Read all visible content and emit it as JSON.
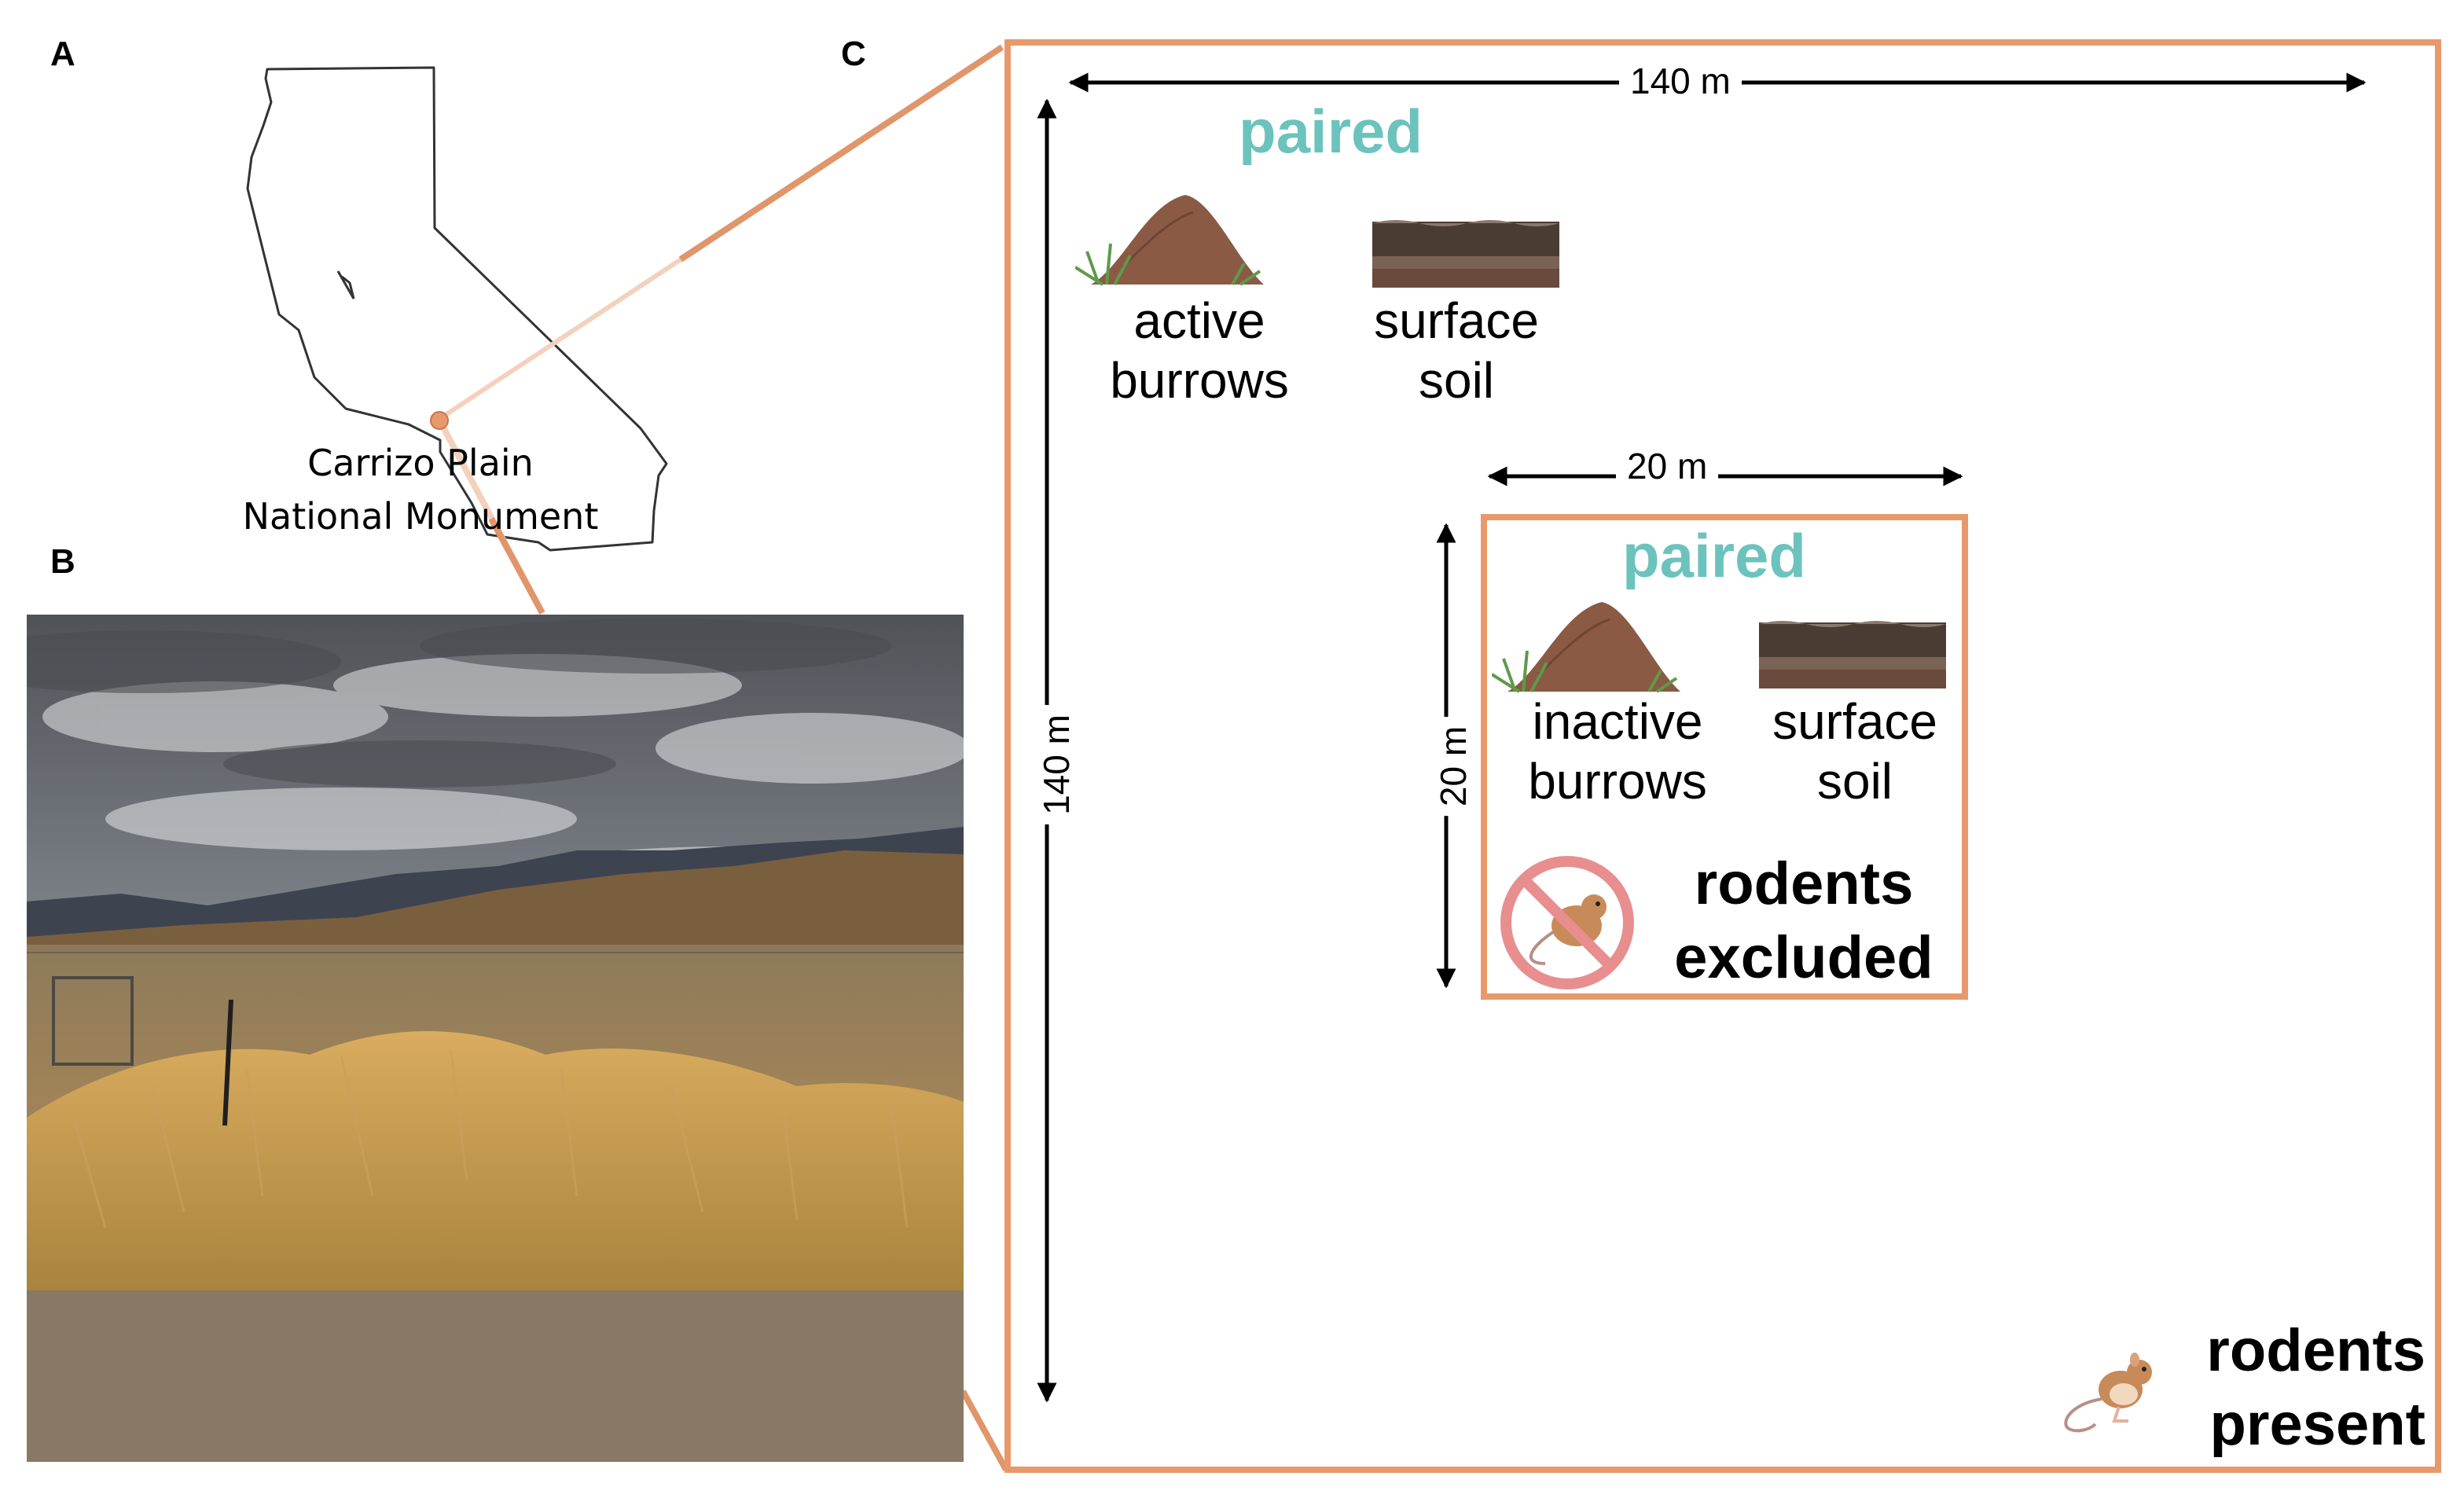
{
  "panels": {
    "a": {
      "letter": "A"
    },
    "b": {
      "letter": "B"
    },
    "c": {
      "letter": "C"
    }
  },
  "map": {
    "location_label_line1": "Carrizo Plain",
    "location_label_line2": "National Monument"
  },
  "plot": {
    "outer_width_label": "140 m",
    "outer_height_label": "140 m",
    "outer_paired_label": "paired",
    "outer_item1_line1": "active",
    "outer_item1_line2": "burrows",
    "outer_item2_line1": "surface",
    "outer_item2_line2": "soil",
    "inner_width_label": "20 m",
    "inner_height_label": "20 m",
    "inner_paired_label": "paired",
    "inner_item1_line1": "inactive",
    "inner_item1_line2": "burrows",
    "inner_item2_line1": "surface",
    "inner_item2_line2": "soil",
    "excluded_line1": "rodents",
    "excluded_line2": "excluded",
    "present_line1": "rodents",
    "present_line2": "present"
  },
  "colors": {
    "frame_orange": "#e8996b",
    "paired_teal": "#6cc3bd",
    "no_sign_pink": "#e88e8e"
  },
  "icons": [
    "burrow-mound-icon",
    "soil-layer-icon",
    "no-rodents-sign-icon",
    "kangaroo-rat-icon",
    "location-dot-icon"
  ]
}
